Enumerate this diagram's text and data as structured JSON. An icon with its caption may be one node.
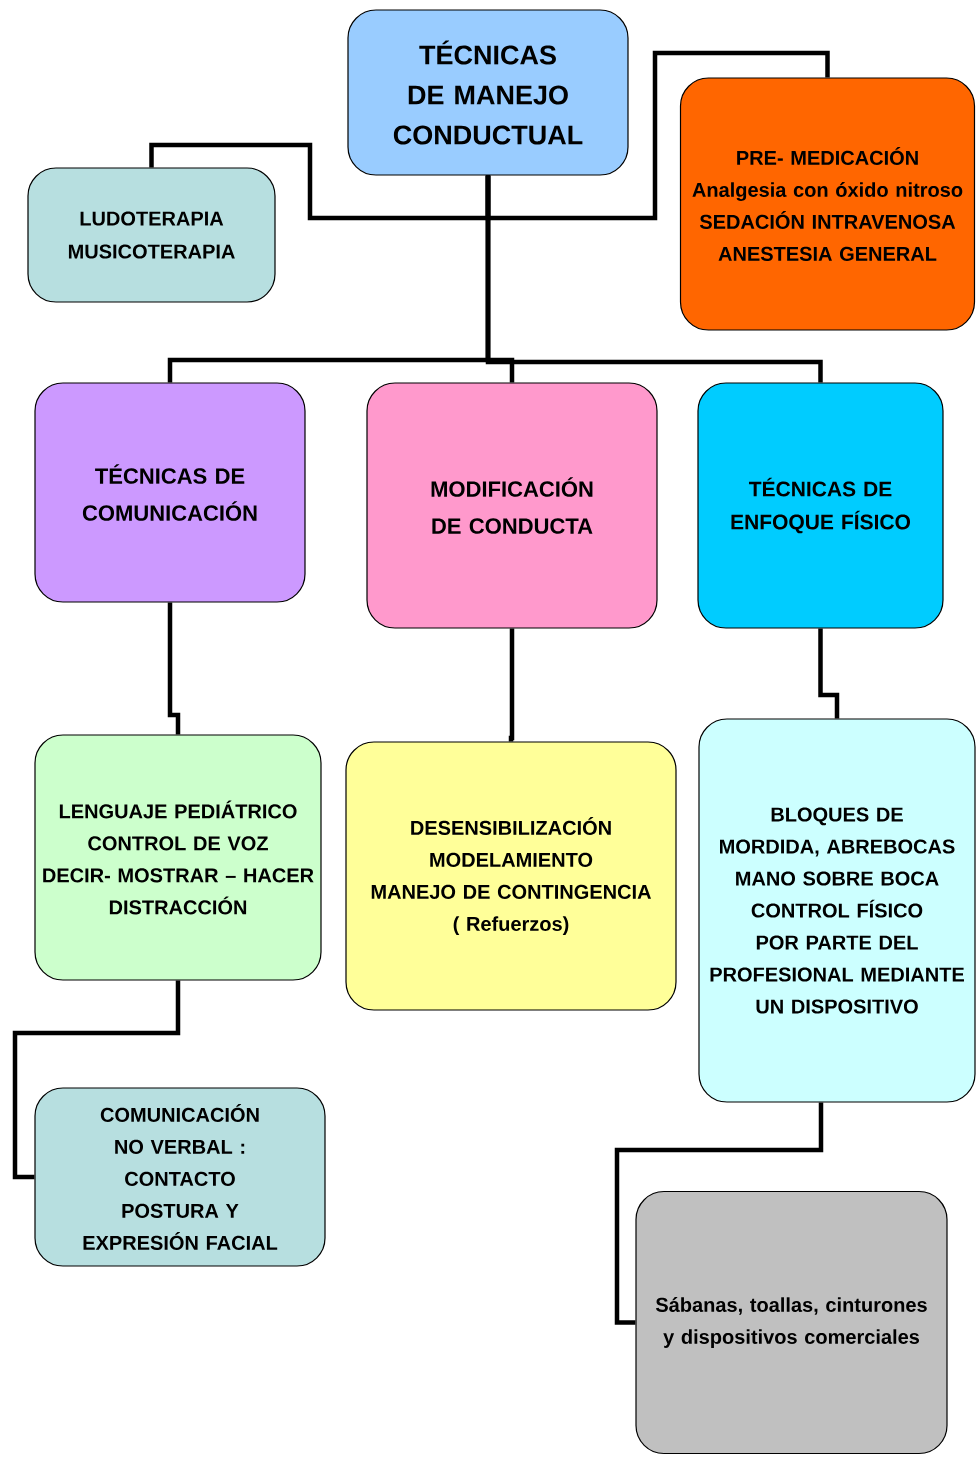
{
  "diagram": {
    "nodes": [
      {
        "text": [
          "TÉCNICAS DE MANEJO CONDUCTUAL"
        ]
      },
      {
        "text": [
          "LUDOTERAPIA",
          "MUSICOTERAPIA"
        ]
      },
      {
        "text": [
          "PRE- MEDICACIÓN",
          "Analgesia con óxido nitroso",
          "SEDACIÓN INTRAVENOSA",
          "ANESTESIA GENERAL"
        ]
      },
      {
        "text": [
          "TÉCNICAS DE COMUNICACIÓN"
        ]
      },
      {
        "text": [
          "MODIFICACIÓN DE CONDUCTA"
        ]
      },
      {
        "text": [
          "TÉCNICAS DE ENFOQUE FÍSICO"
        ]
      },
      {
        "text": [
          "LENGUAJE PEDIÁTRICO",
          "CONTROL DE VOZ",
          "DECIR- MOSTRAR – HACER",
          "DISTRACCIÓN"
        ]
      },
      {
        "text": [
          "DESENSIBILIZACIÓN",
          "MODELAMIENTO",
          "MANEJO DE CONTINGENCIA",
          "( Refuerzos)"
        ]
      },
      {
        "text": [
          "BLOQUES DE MORDIDA, ABREBOCAS",
          "MANO SOBRE BOCA",
          "CONTROL FÍSICO POR PARTE DEL PROFESIONAL MEDIANTE UN DISPOSITIVO"
        ]
      },
      {
        "text": [
          "COMUNICACIÓN NO VERBAL :",
          "CONTACTO",
          "POSTURA Y EXPRESIÓN FACIAL"
        ]
      },
      {
        "text": [
          "Sábanas, toallas, cinturones y dispositivos comerciales"
        ]
      }
    ],
    "edges": [
      {
        "from": 0,
        "to": 1,
        "arrow": "none"
      },
      {
        "from": 0,
        "to": 2,
        "arrow": "none"
      },
      {
        "from": 0,
        "to": 3,
        "arrow": "none"
      },
      {
        "from": 0,
        "to": 4,
        "arrow": "none"
      },
      {
        "from": 0,
        "to": 5,
        "arrow": "none"
      },
      {
        "from": 3,
        "to": 6,
        "arrow": "none"
      },
      {
        "from": 4,
        "to": 7,
        "arrow": "none"
      },
      {
        "from": 5,
        "to": 8,
        "arrow": "none"
      },
      {
        "from": 6,
        "to": 9,
        "arrow": "none"
      },
      {
        "from": 8,
        "to": 10,
        "arrow": "none"
      }
    ]
  }
}
